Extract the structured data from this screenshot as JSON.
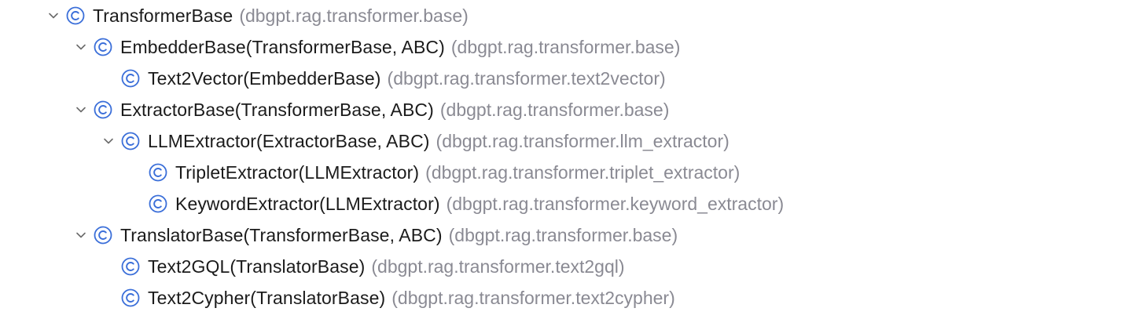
{
  "tree": {
    "nodes": [
      {
        "label": "TransformerBase",
        "module": "(dbgpt.rag.transformer.base)",
        "depth": 0,
        "expandable": true,
        "icon": "class-icon"
      },
      {
        "label": "EmbedderBase(TransformerBase, ABC)",
        "module": "(dbgpt.rag.transformer.base)",
        "depth": 1,
        "expandable": true,
        "icon": "class-icon"
      },
      {
        "label": "Text2Vector(EmbedderBase)",
        "module": "(dbgpt.rag.transformer.text2vector)",
        "depth": 2,
        "expandable": false,
        "icon": "class-icon"
      },
      {
        "label": "ExtractorBase(TransformerBase, ABC)",
        "module": "(dbgpt.rag.transformer.base)",
        "depth": 1,
        "expandable": true,
        "icon": "class-icon"
      },
      {
        "label": "LLMExtractor(ExtractorBase, ABC)",
        "module": "(dbgpt.rag.transformer.llm_extractor)",
        "depth": 2,
        "expandable": true,
        "icon": "class-icon"
      },
      {
        "label": "TripletExtractor(LLMExtractor)",
        "module": "(dbgpt.rag.transformer.triplet_extractor)",
        "depth": 3,
        "expandable": false,
        "icon": "class-icon"
      },
      {
        "label": "KeywordExtractor(LLMExtractor)",
        "module": "(dbgpt.rag.transformer.keyword_extractor)",
        "depth": 3,
        "expandable": false,
        "icon": "class-icon"
      },
      {
        "label": "TranslatorBase(TransformerBase, ABC)",
        "module": "(dbgpt.rag.transformer.base)",
        "depth": 1,
        "expandable": true,
        "icon": "class-icon"
      },
      {
        "label": "Text2GQL(TranslatorBase)",
        "module": "(dbgpt.rag.transformer.text2gql)",
        "depth": 2,
        "expandable": false,
        "icon": "class-icon"
      },
      {
        "label": "Text2Cypher(TranslatorBase)",
        "module": "(dbgpt.rag.transformer.text2cypher)",
        "depth": 2,
        "expandable": false,
        "icon": "class-icon"
      }
    ]
  },
  "colors": {
    "class_icon": "#3b6fd9",
    "chevron": "#6b6b6b",
    "label": "#1b1b1b",
    "module": "#8a8a93"
  }
}
